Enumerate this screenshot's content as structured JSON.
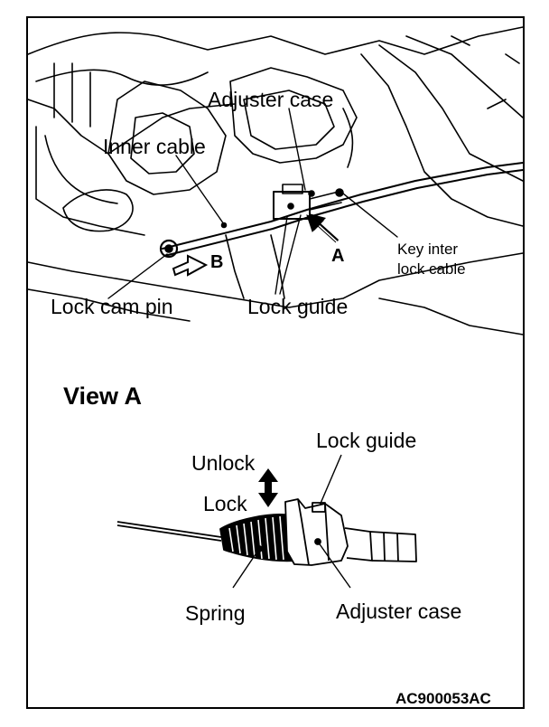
{
  "labels": {
    "adjuster_case_top": "Adjuster case",
    "inner_cable": "Inner cable",
    "key_interlock_line1": "Key inter",
    "key_interlock_line2": "lock cable",
    "arrow_a": "A",
    "arrow_b": "B",
    "lock_cam_pin": "Lock cam pin",
    "lock_guide_top": "Lock guide",
    "view_a": "View A",
    "lock_guide_bottom": "Lock guide",
    "unlock": "Unlock",
    "lock": "Lock",
    "spring": "Spring",
    "adjuster_case_bottom": "Adjuster case",
    "figure_code": "AC900053AC"
  }
}
